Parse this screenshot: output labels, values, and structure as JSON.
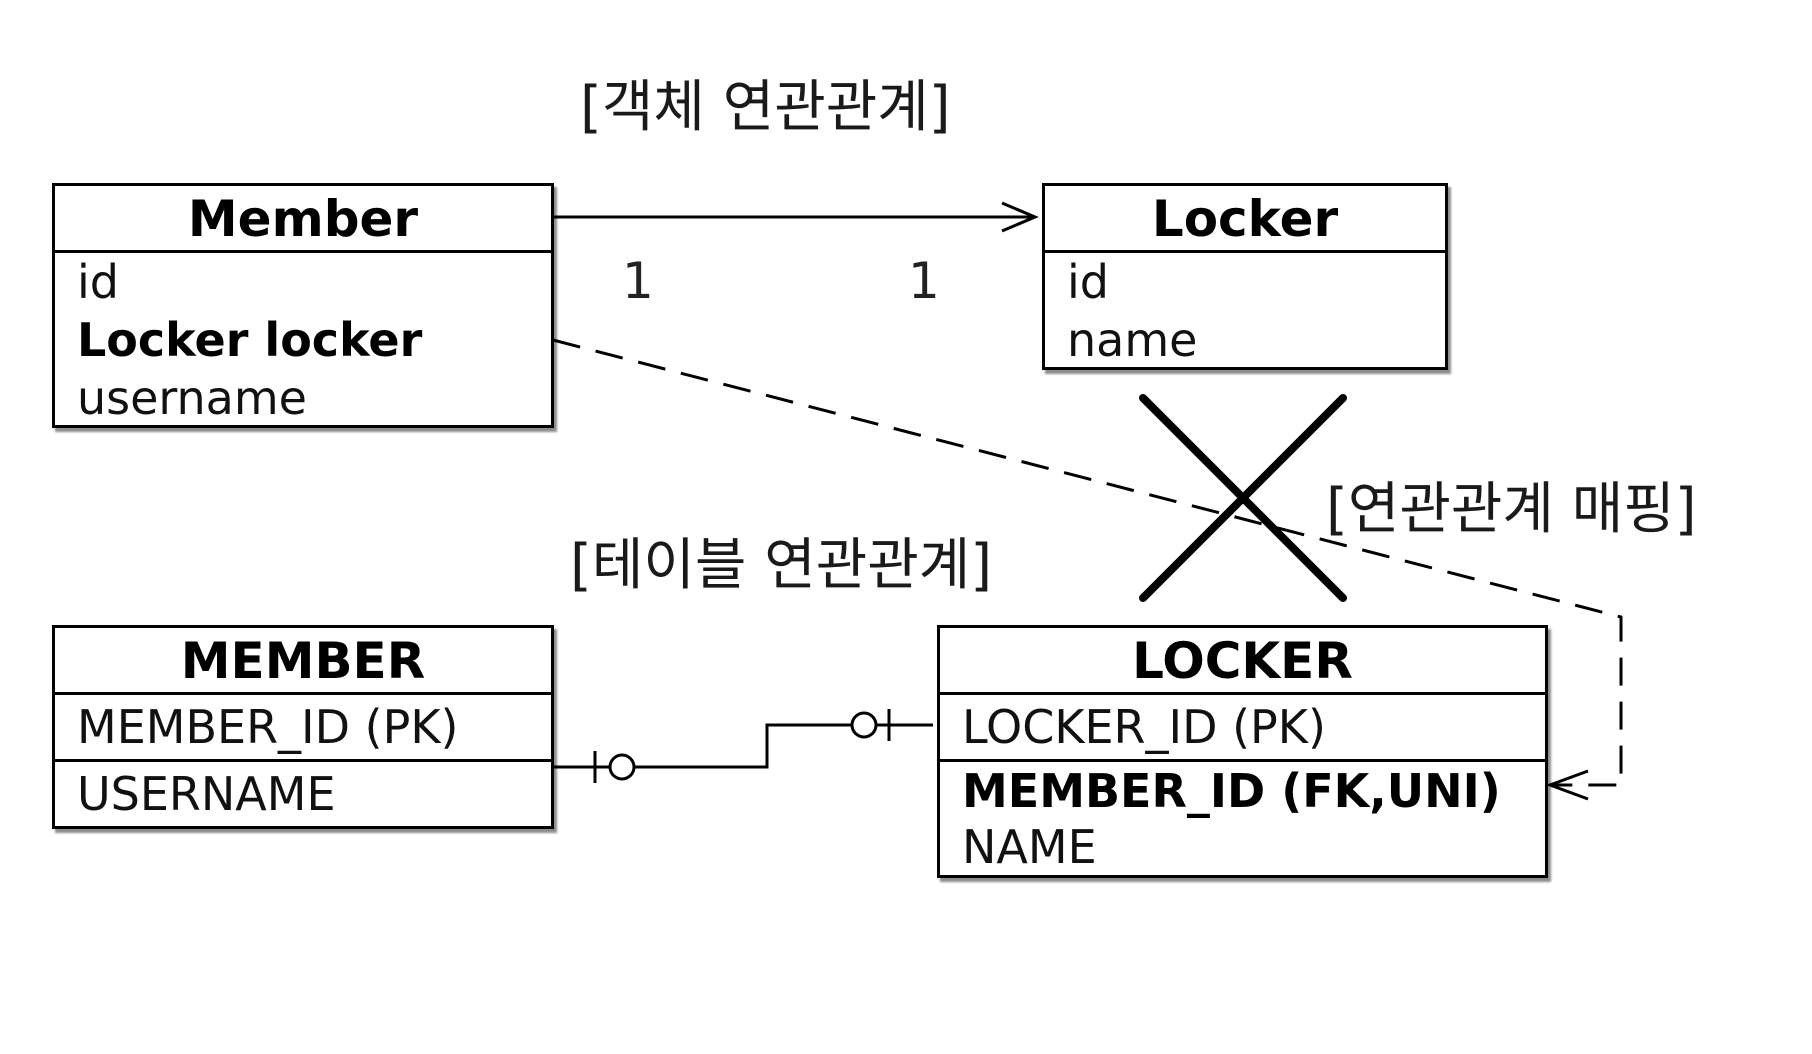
{
  "labels": {
    "object_relation": "[객체 연관관계]",
    "table_relation": "[테이블 연관관계]",
    "mapping": "[연관관계 매핑]"
  },
  "multiplicity": {
    "left": "1",
    "right": "1"
  },
  "member_class": {
    "title": "Member",
    "fields": [
      "id",
      "Locker locker",
      "username"
    ]
  },
  "locker_class": {
    "title": "Locker",
    "fields": [
      "id",
      "name"
    ]
  },
  "member_table": {
    "title": "MEMBER",
    "columns": [
      "MEMBER_ID (PK)",
      "USERNAME"
    ]
  },
  "locker_table": {
    "title": "LOCKER",
    "columns": [
      "LOCKER_ID (PK)",
      "MEMBER_ID (FK,UNI)",
      "NAME"
    ]
  }
}
